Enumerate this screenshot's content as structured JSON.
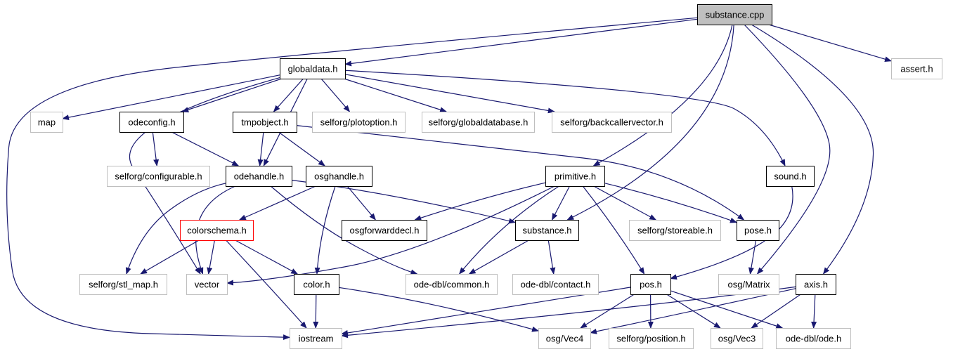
{
  "colors": {
    "edge": "#191970",
    "focus_fill": "#bfbfbf",
    "border_strong": "#000000",
    "border_external": "#bfbfbf",
    "border_highlight": "#ff0000",
    "node_fill": "#ffffff"
  },
  "nodes": [
    {
      "id": "substance_cpp",
      "label": "substance.cpp",
      "style": "focus"
    },
    {
      "id": "globaldata_h",
      "label": "globaldata.h",
      "style": "strong"
    },
    {
      "id": "assert_h",
      "label": "assert.h",
      "style": "external"
    },
    {
      "id": "map",
      "label": "map",
      "style": "external"
    },
    {
      "id": "odeconfig_h",
      "label": "odeconfig.h",
      "style": "strong"
    },
    {
      "id": "tmpobject_h",
      "label": "tmpobject.h",
      "style": "strong"
    },
    {
      "id": "plotoption_h",
      "label": "selforg/plotoption.h",
      "style": "external"
    },
    {
      "id": "globaldatabase_h",
      "label": "selforg/globaldatabase.h",
      "style": "external"
    },
    {
      "id": "backcallervector_h",
      "label": "selforg/backcallervector.h",
      "style": "external"
    },
    {
      "id": "configurable_h",
      "label": "selforg/configurable.h",
      "style": "external"
    },
    {
      "id": "odehandle_h",
      "label": "odehandle.h",
      "style": "strong"
    },
    {
      "id": "osghandle_h",
      "label": "osghandle.h",
      "style": "strong"
    },
    {
      "id": "primitive_h",
      "label": "primitive.h",
      "style": "strong"
    },
    {
      "id": "sound_h",
      "label": "sound.h",
      "style": "strong"
    },
    {
      "id": "colorschema_h",
      "label": "colorschema.h",
      "style": "highlight"
    },
    {
      "id": "osgforwarddecl_h",
      "label": "osgforwarddecl.h",
      "style": "strong"
    },
    {
      "id": "substance_h",
      "label": "substance.h",
      "style": "strong"
    },
    {
      "id": "storeable_h",
      "label": "selforg/storeable.h",
      "style": "external"
    },
    {
      "id": "pose_h",
      "label": "pose.h",
      "style": "strong"
    },
    {
      "id": "stl_map_h",
      "label": "selforg/stl_map.h",
      "style": "external"
    },
    {
      "id": "vector",
      "label": "vector",
      "style": "external"
    },
    {
      "id": "color_h",
      "label": "color.h",
      "style": "strong"
    },
    {
      "id": "common_h",
      "label": "ode-dbl/common.h",
      "style": "external"
    },
    {
      "id": "contact_h",
      "label": "ode-dbl/contact.h",
      "style": "external"
    },
    {
      "id": "pos_h",
      "label": "pos.h",
      "style": "strong"
    },
    {
      "id": "osg_matrix",
      "label": "osg/Matrix",
      "style": "external"
    },
    {
      "id": "axis_h",
      "label": "axis.h",
      "style": "strong"
    },
    {
      "id": "iostream",
      "label": "iostream",
      "style": "external"
    },
    {
      "id": "osg_vec4",
      "label": "osg/Vec4",
      "style": "external"
    },
    {
      "id": "position_h",
      "label": "selforg/position.h",
      "style": "external"
    },
    {
      "id": "osg_vec3",
      "label": "osg/Vec3",
      "style": "external"
    },
    {
      "id": "ode_h",
      "label": "ode-dbl/ode.h",
      "style": "external"
    }
  ],
  "edges": [
    {
      "from": "substance_cpp",
      "to": "globaldata_h"
    },
    {
      "from": "substance_cpp",
      "to": "assert_h"
    },
    {
      "from": "substance_cpp",
      "to": "iostream"
    },
    {
      "from": "substance_cpp",
      "to": "primitive_h"
    },
    {
      "from": "substance_cpp",
      "to": "substance_h"
    },
    {
      "from": "substance_cpp",
      "to": "osg_matrix"
    },
    {
      "from": "substance_cpp",
      "to": "axis_h"
    },
    {
      "from": "globaldata_h",
      "to": "map"
    },
    {
      "from": "globaldata_h",
      "to": "odeconfig_h"
    },
    {
      "from": "globaldata_h",
      "to": "tmpobject_h"
    },
    {
      "from": "globaldata_h",
      "to": "plotoption_h"
    },
    {
      "from": "globaldata_h",
      "to": "globaldatabase_h"
    },
    {
      "from": "globaldata_h",
      "to": "backcallervector_h"
    },
    {
      "from": "globaldata_h",
      "to": "odehandle_h"
    },
    {
      "from": "globaldata_h",
      "to": "vector"
    },
    {
      "from": "globaldata_h",
      "to": "sound_h"
    },
    {
      "from": "odeconfig_h",
      "to": "configurable_h"
    },
    {
      "from": "odeconfig_h",
      "to": "odehandle_h"
    },
    {
      "from": "tmpobject_h",
      "to": "odehandle_h"
    },
    {
      "from": "tmpobject_h",
      "to": "osghandle_h"
    },
    {
      "from": "tmpobject_h",
      "to": "pose_h"
    },
    {
      "from": "odehandle_h",
      "to": "substance_h"
    },
    {
      "from": "odehandle_h",
      "to": "stl_map_h"
    },
    {
      "from": "odehandle_h",
      "to": "vector"
    },
    {
      "from": "odehandle_h",
      "to": "common_h"
    },
    {
      "from": "osghandle_h",
      "to": "colorschema_h"
    },
    {
      "from": "osghandle_h",
      "to": "osgforwarddecl_h"
    },
    {
      "from": "osghandle_h",
      "to": "color_h"
    },
    {
      "from": "primitive_h",
      "to": "osgforwarddecl_h"
    },
    {
      "from": "primitive_h",
      "to": "substance_h"
    },
    {
      "from": "primitive_h",
      "to": "storeable_h"
    },
    {
      "from": "primitive_h",
      "to": "pose_h"
    },
    {
      "from": "primitive_h",
      "to": "vector"
    },
    {
      "from": "primitive_h",
      "to": "common_h"
    },
    {
      "from": "primitive_h",
      "to": "pos_h"
    },
    {
      "from": "sound_h",
      "to": "pos_h"
    },
    {
      "from": "colorschema_h",
      "to": "stl_map_h"
    },
    {
      "from": "colorschema_h",
      "to": "vector"
    },
    {
      "from": "colorschema_h",
      "to": "color_h"
    },
    {
      "from": "colorschema_h",
      "to": "iostream"
    },
    {
      "from": "substance_h",
      "to": "common_h"
    },
    {
      "from": "substance_h",
      "to": "contact_h"
    },
    {
      "from": "pose_h",
      "to": "osg_matrix"
    },
    {
      "from": "color_h",
      "to": "iostream"
    },
    {
      "from": "color_h",
      "to": "osg_vec4"
    },
    {
      "from": "pos_h",
      "to": "iostream"
    },
    {
      "from": "pos_h",
      "to": "osg_vec4"
    },
    {
      "from": "pos_h",
      "to": "position_h"
    },
    {
      "from": "pos_h",
      "to": "osg_vec3"
    },
    {
      "from": "pos_h",
      "to": "ode_h"
    },
    {
      "from": "axis_h",
      "to": "iostream"
    },
    {
      "from": "axis_h",
      "to": "osg_vec4"
    },
    {
      "from": "axis_h",
      "to": "osg_vec3"
    },
    {
      "from": "axis_h",
      "to": "ode_h"
    }
  ]
}
